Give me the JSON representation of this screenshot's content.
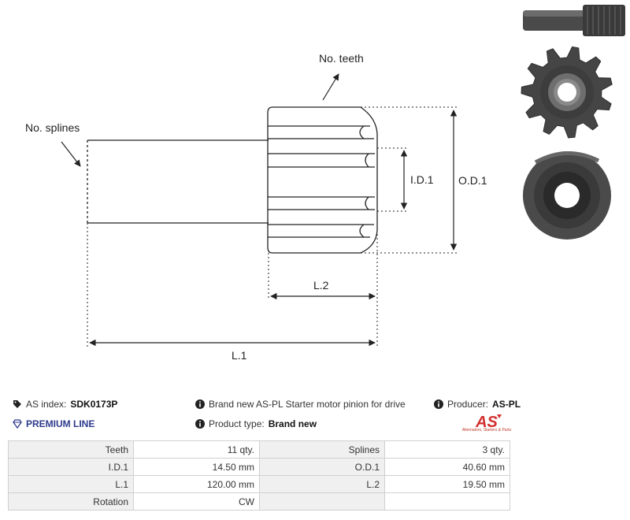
{
  "diagram": {
    "labels": {
      "splines": "No. splines",
      "teeth": "No. teeth",
      "id1": "I.D.1",
      "od1": "O.D.1",
      "l2": "L.2",
      "l1": "L.1"
    }
  },
  "info": {
    "as_index_label": "AS index:",
    "as_index_value": "SDK0173P",
    "description": "Brand new AS-PL Starter motor pinion for drive",
    "producer_label": "Producer:",
    "producer_value": "AS-PL",
    "premium_line": "PREMIUM LINE",
    "product_type_label": "Product type:",
    "product_type_value": "Brand new",
    "logo_mark": "AS",
    "logo_tagline": "Alternators, Starters & Parts"
  },
  "specs": [
    {
      "label": "Teeth",
      "value": "11 qty.",
      "label2": "Splines",
      "value2": "3 qty."
    },
    {
      "label": "I.D.1",
      "value": "14.50 mm",
      "label2": "O.D.1",
      "value2": "40.60 mm"
    },
    {
      "label": "L.1",
      "value": "120.00 mm",
      "label2": "L.2",
      "value2": "19.50 mm"
    },
    {
      "label": "Rotation",
      "value": "CW",
      "label2": "",
      "value2": ""
    }
  ],
  "colors": {
    "accent": "#2d3a8c",
    "logo_red": "#d32f2f",
    "table_label_bg": "#f0f0f0",
    "table_border": "#d0d0d0"
  }
}
